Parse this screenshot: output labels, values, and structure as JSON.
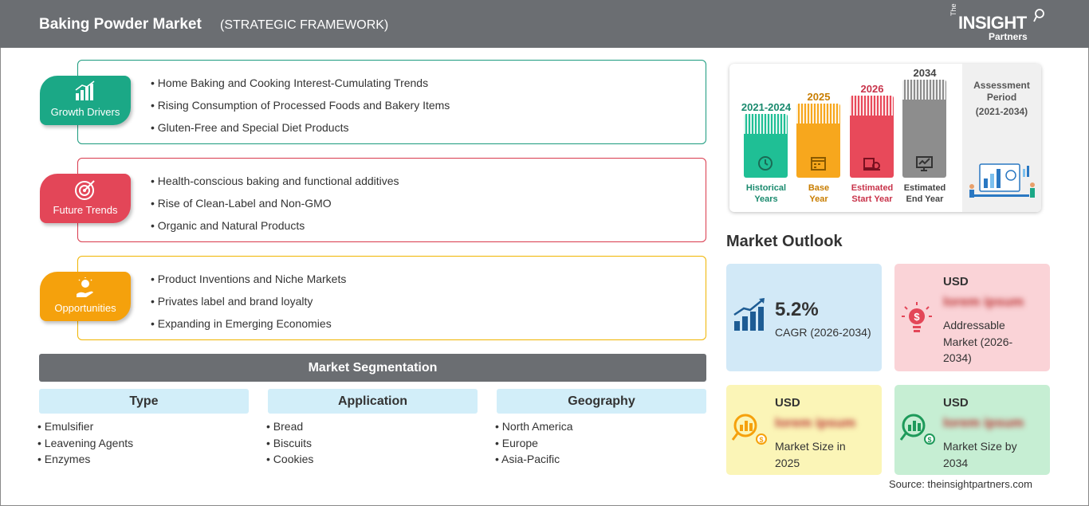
{
  "header": {
    "title": "Baking Powder Market",
    "subtitle": "(STRATEGIC FRAMEWORK)",
    "logo": {
      "the": "The",
      "insight": "INSIGHT",
      "partners": "Partners"
    }
  },
  "factors": [
    {
      "label": "Growth Drivers",
      "color": "#1ba886",
      "icon": "growth-chart-icon",
      "items": [
        "Home Baking and Cooking Interest-Cumulating Trends",
        "Rising Consumption of Processed Foods and Bakery Items",
        "Gluten-Free and Special Diet Products"
      ]
    },
    {
      "label": "Future Trends",
      "color": "#e34658",
      "icon": "target-icon",
      "items": [
        "Health-conscious baking and functional additives",
        "Rise of Clean-Label and Non-GMO",
        "Organic and Natural Products"
      ]
    },
    {
      "label": "Opportunities",
      "color": "#f5a10c",
      "icon": "idea-hand-icon",
      "items": [
        "Product Inventions and Niche Markets",
        "Privates label and brand loyalty",
        "Expanding in Emerging Economies"
      ]
    }
  ],
  "segmentation": {
    "title": "Market Segmentation",
    "columns": [
      {
        "head": "Type",
        "items": [
          "Emulsifier",
          "Leavening Agents",
          "Enzymes"
        ]
      },
      {
        "head": "Application",
        "items": [
          "Bread",
          "Biscuits",
          "Cookies"
        ]
      },
      {
        "head": "Geography",
        "items": [
          "North America",
          "Europe",
          "Asia-Pacific"
        ]
      }
    ]
  },
  "period": {
    "title": "Assessment Period",
    "range": "(2021-2034)",
    "pillars": [
      {
        "year": "2021-2024",
        "caption": [
          "Historical",
          "Years"
        ],
        "color": "#1fbf95",
        "text_color": "#1a8a6e",
        "icon": "history-icon"
      },
      {
        "year": "2025",
        "caption": [
          "Base",
          "Year"
        ],
        "color": "#f7a71d",
        "text_color": "#c87d00",
        "icon": "calendar-icon"
      },
      {
        "year": "2026",
        "caption": [
          "Estimated",
          "Start Year"
        ],
        "color": "#e8495a",
        "text_color": "#c8334a",
        "icon": "start-year-icon"
      },
      {
        "year": "2034",
        "caption": [
          "Estimated",
          "End Year"
        ],
        "color": "#8d8d8d",
        "text_color": "#444444",
        "icon": "end-year-icon"
      }
    ]
  },
  "outlook": {
    "title": "Market Outlook",
    "cagr": {
      "value": "5.2%",
      "label": "CAGR (2026-2034)"
    },
    "addressable": {
      "currency": "USD",
      "value": "lorem ipsum",
      "label": [
        "Addressable",
        "Market (2026-",
        "2034)"
      ]
    },
    "size_2025": {
      "currency": "USD",
      "value": "lorem ipsum",
      "label": [
        "Market Size in",
        "2025"
      ]
    },
    "size_2034": {
      "currency": "USD",
      "value": "lorem ipsum",
      "label": [
        "Market Size by",
        "2034"
      ]
    }
  },
  "source": "Source: theinsightpartners.com"
}
